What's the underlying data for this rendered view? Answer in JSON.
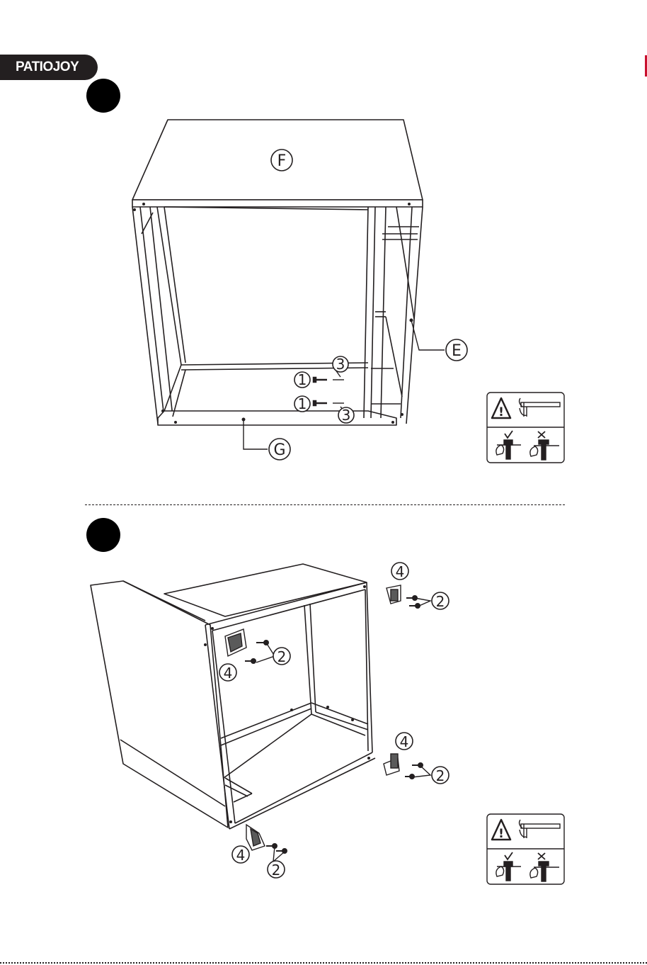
{
  "brand": {
    "logo_text": "PATIOJOY",
    "accent": "#c8102e",
    "ink": "#231f20"
  },
  "step_one": {
    "panel_labels": {
      "top": "F",
      "side": "E",
      "bottom": "G"
    },
    "part_callouts": {
      "bolt_upper": "1",
      "bolt_lower": "1",
      "washer_upper": "3",
      "washer_lower": "3"
    },
    "icons": [
      "warning-icon",
      "allen-key-icon",
      "correct-tighten-icon",
      "wrong-overtighten-icon"
    ]
  },
  "step_two": {
    "part_callouts": {
      "bracket_left_top": "4",
      "screws_left_top": "2",
      "bracket_right_top": "4",
      "screws_right_top": "2",
      "bracket_right_bottom": "4",
      "screws_right_bottom": "2",
      "bracket_left_bottom": "4",
      "screws_left_bottom": "2"
    },
    "icons": [
      "warning-icon",
      "allen-key-icon",
      "correct-tighten-icon",
      "wrong-overtighten-icon"
    ]
  }
}
